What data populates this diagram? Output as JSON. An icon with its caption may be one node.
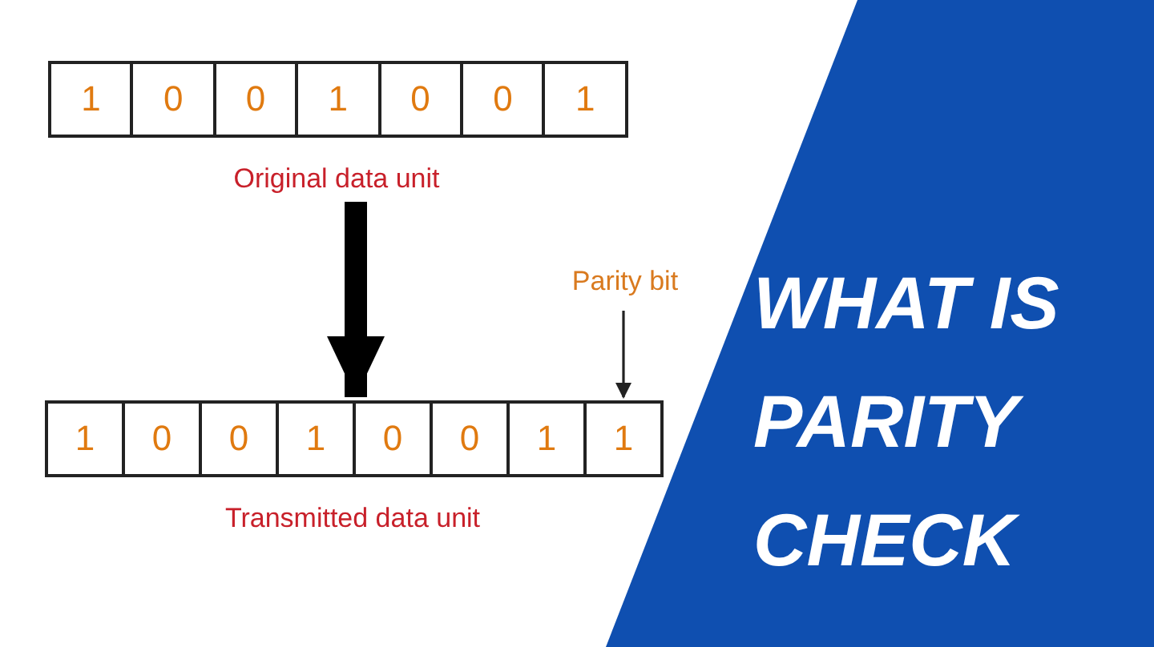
{
  "diagram": {
    "title": "WHAT IS PARITY CHECK",
    "nodes": [
      {
        "text": [
          "Original data unit"
        ]
      },
      {
        "text": [
          "1"
        ],
        "in": 0
      },
      {
        "text": [
          "0"
        ],
        "in": 0
      },
      {
        "text": [
          "0"
        ],
        "in": 0
      },
      {
        "text": [
          "1"
        ],
        "in": 0
      },
      {
        "text": [
          "0"
        ],
        "in": 0
      },
      {
        "text": [
          "0"
        ],
        "in": 0
      },
      {
        "text": [
          "1"
        ],
        "in": 0
      },
      {
        "text": [
          "Transmitted data unit"
        ]
      },
      {
        "text": [
          "1"
        ],
        "in": 8
      },
      {
        "text": [
          "0"
        ],
        "in": 8
      },
      {
        "text": [
          "0"
        ],
        "in": 8
      },
      {
        "text": [
          "1"
        ],
        "in": 8
      },
      {
        "text": [
          "0"
        ],
        "in": 8
      },
      {
        "text": [
          "0"
        ],
        "in": 8
      },
      {
        "text": [
          "1"
        ],
        "in": 8
      },
      {
        "text": [
          "1"
        ],
        "in": 8
      },
      {
        "text": [
          "Parity bit"
        ]
      }
    ],
    "edges": [
      {
        "from": 0,
        "to": 8,
        "arrow": "to",
        "style": "thick"
      },
      {
        "from": 17,
        "to": 16,
        "arrow": "to"
      }
    ]
  }
}
